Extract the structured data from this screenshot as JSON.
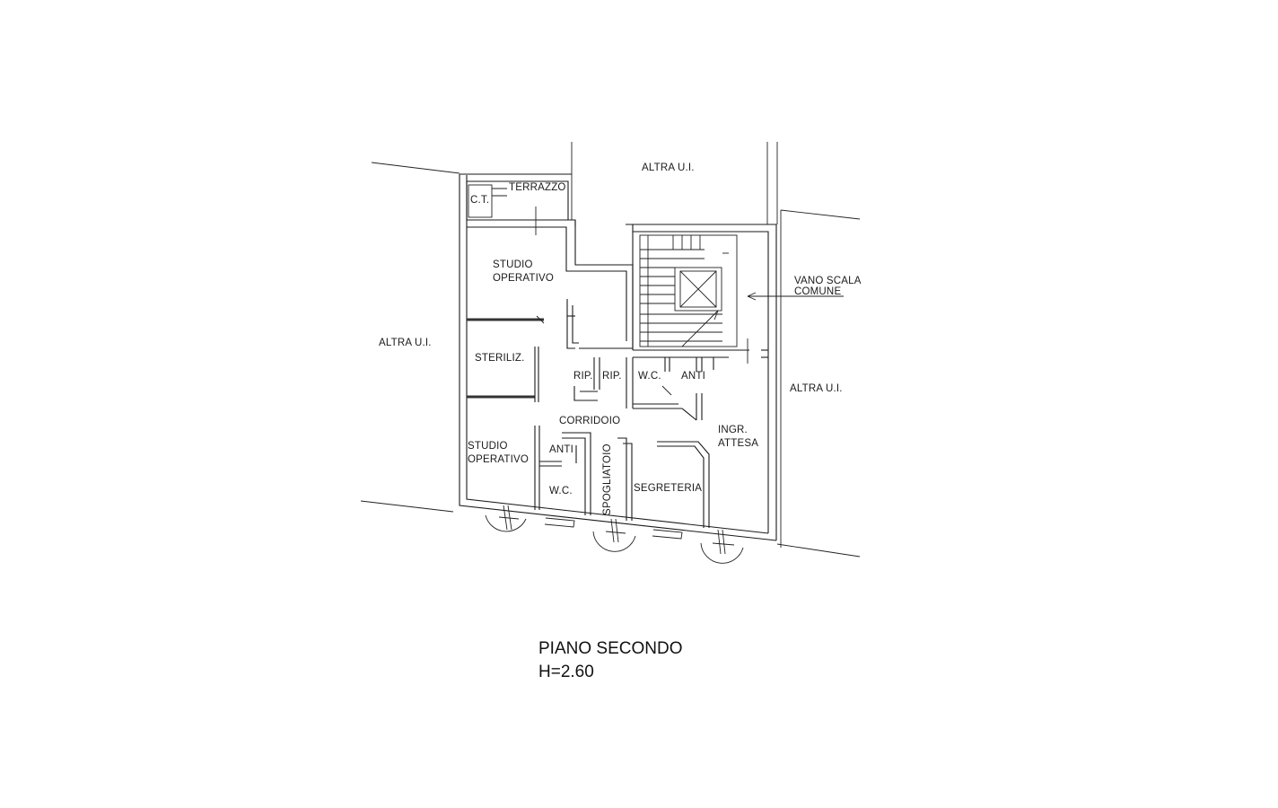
{
  "rooms": {
    "terrazzo": "TERRAZZO",
    "ct": "C.T.",
    "studio_top_1": "STUDIO",
    "studio_top_2": "OPERATIVO",
    "steriliz": "STERILIZ.",
    "rip_1": "RIP.",
    "rip_2": "RIP.",
    "wc_top": "W.C.",
    "anti_top": "ANTI",
    "corridoio": "CORRIDOIO",
    "ingr_1": "INGR.",
    "ingr_2": "ATTESA",
    "studio_bottom_1": "STUDIO",
    "studio_bottom_2": "OPERATIVO",
    "anti_bottom": "ANTI",
    "wc_bottom": "W.C.",
    "spogliatoio": "SPOGLIATOIO",
    "segreteria": "SEGRETERIA"
  },
  "surroundings": {
    "altra_top": "ALTRA U.I.",
    "altra_left": "ALTRA U.I.",
    "altra_right": "ALTRA U.I.",
    "vano_1": "VANO SCALA",
    "vano_2": "COMUNE"
  },
  "title": {
    "floor": "PIANO SECONDO",
    "height": "H=2.60"
  }
}
